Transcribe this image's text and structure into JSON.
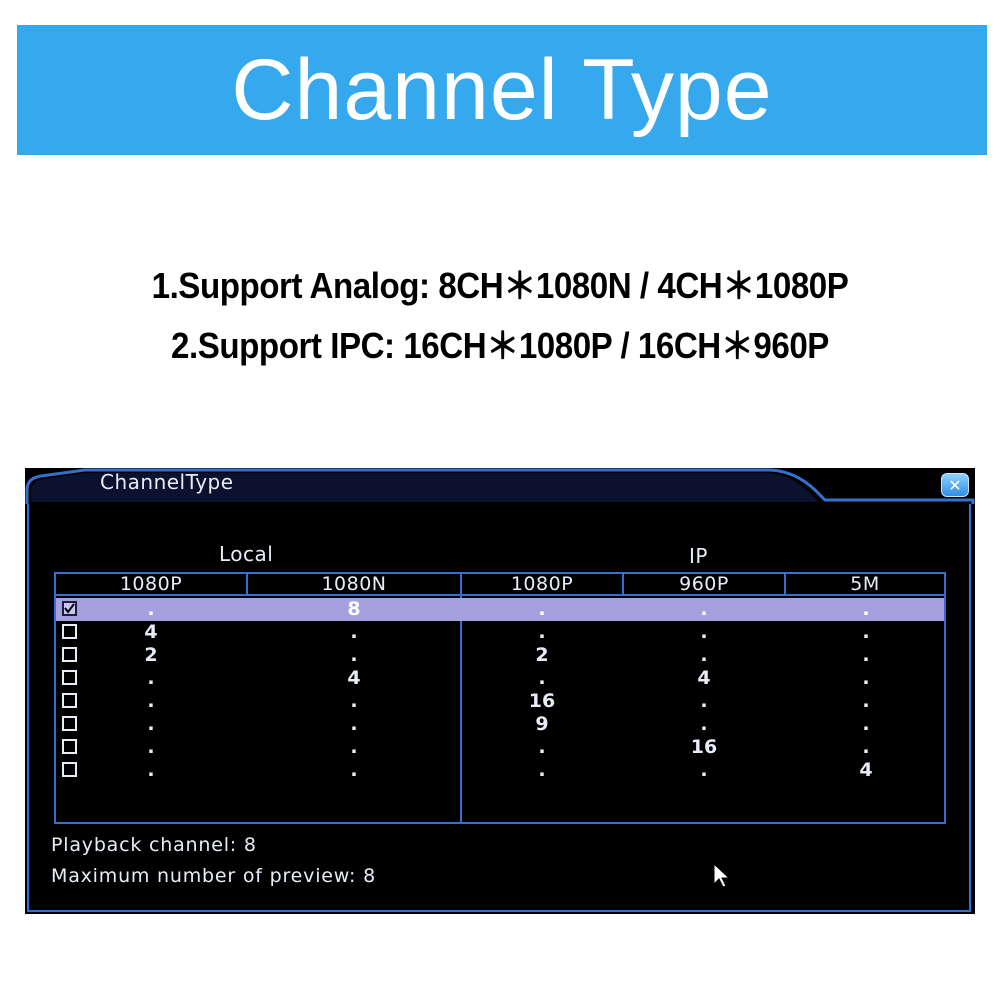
{
  "banner": {
    "title": "Channel Type"
  },
  "features": [
    "1.Support  Analog:  8CH＊1080N / 4CH＊1080P",
    "2.Support  IPC:  16CH＊1080P / 16CH＊960P"
  ],
  "window": {
    "title": "ChannelType",
    "close_glyph": "✕",
    "groups": {
      "local": "Local",
      "ip": "IP"
    },
    "columns": [
      "1080P",
      "1080N",
      "1080P",
      "960P",
      "5M"
    ],
    "rows": [
      {
        "checked": true,
        "cells": [
          ".",
          "8",
          ".",
          ".",
          "."
        ]
      },
      {
        "checked": false,
        "cells": [
          "4",
          ".",
          ".",
          ".",
          "."
        ]
      },
      {
        "checked": false,
        "cells": [
          "2",
          ".",
          "2",
          ".",
          "."
        ]
      },
      {
        "checked": false,
        "cells": [
          ".",
          "4",
          ".",
          "4",
          "."
        ]
      },
      {
        "checked": false,
        "cells": [
          ".",
          ".",
          "16",
          ".",
          "."
        ]
      },
      {
        "checked": false,
        "cells": [
          ".",
          ".",
          "9",
          ".",
          "."
        ]
      },
      {
        "checked": false,
        "cells": [
          ".",
          ".",
          ".",
          "16",
          "."
        ]
      },
      {
        "checked": false,
        "cells": [
          ".",
          ".",
          ".",
          ".",
          "4"
        ]
      }
    ],
    "playback": "Playback channel: 8",
    "max_preview": "Maximum number of preview: 8"
  },
  "colors": {
    "banner": "#35a8ee",
    "frame": "#3470cf",
    "selected_row": "#a7a0de"
  }
}
